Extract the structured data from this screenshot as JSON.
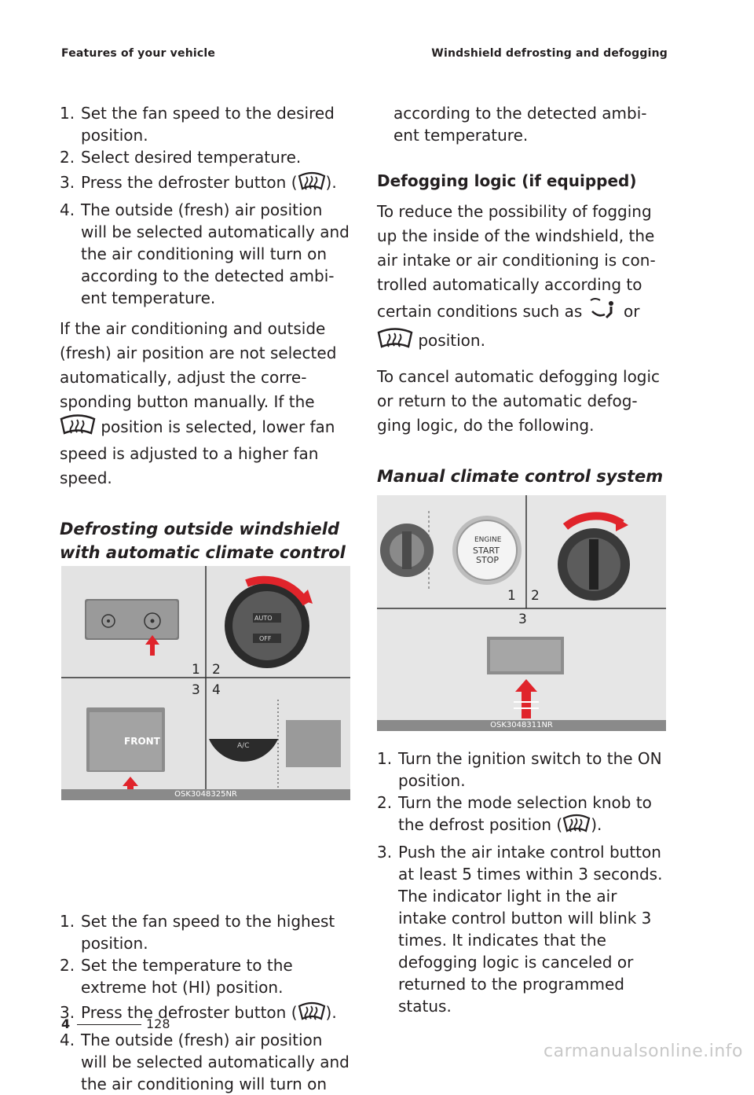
{
  "header": {
    "left": "Features of your vehicle",
    "right": "Windshield defrosting and defogging"
  },
  "left_column": {
    "list1": [
      {
        "n": "1.",
        "text": "Set the fan speed to the desired position."
      },
      {
        "n": "2.",
        "text": "Select desired temperature."
      },
      {
        "n": "3.",
        "text_before": "Press the defroster button (",
        "text_after": ")."
      },
      {
        "n": "4.",
        "text": "The outside (fresh) air position will be selected automatically and the air conditioning will turn on according to the detected ambi- ent temperature."
      }
    ],
    "para1_start": "If the air conditioning and outside (fresh) air position are not selected automatically, adjust the corre- sponding button manually. If the",
    "para1_end": "position is selected, lower fan speed is adjusted to a higher fan speed.",
    "heading": "Defrosting outside windshield with automatic climate control",
    "figure": {
      "caption": "OSK3048325NR",
      "labels": [
        "1",
        "2",
        "3",
        "4"
      ],
      "auto_label": "AUTO",
      "off_label": "OFF",
      "front_label": "FRONT",
      "ac_label": "A/C"
    },
    "list2": [
      {
        "n": "1.",
        "text": "Set the fan speed to the highest position."
      },
      {
        "n": "2.",
        "text": "Set the temperature to the extreme hot (HI) position."
      },
      {
        "n": "3.",
        "text_before": "Press the defroster button (",
        "text_after": ")."
      },
      {
        "n": "4.",
        "text": "The outside (fresh) air position will be selected automatically and the air conditioning will turn on"
      }
    ]
  },
  "right_column": {
    "continuation": "according to the detected ambi- ent temperature.",
    "heading": "Defogging logic (if equipped)",
    "para1_start": "To reduce the possibility of fogging up the inside of the windshield, the air intake or air conditioning is con- trolled automatically according to certain conditions such as",
    "para1_or": "or",
    "para1_end": "position.",
    "para2": "To cancel automatic defogging logic or return to the automatic defog- ging logic, do the following.",
    "heading2": "Manual climate control system",
    "figure": {
      "caption": "OSK3048311NR",
      "labels": [
        "1",
        "2",
        "3"
      ],
      "engine_label": "ENGINE",
      "start_label": "START",
      "stop_label": "STOP"
    },
    "list": [
      {
        "n": "1.",
        "text": "Turn the ignition switch to the ON position."
      },
      {
        "n": "2.",
        "text_before": "Turn the mode selection knob to the defrost position (",
        "text_after": ")."
      },
      {
        "n": "3.",
        "text": "Push the air intake control button at least 5 times within 3 seconds. The indicator light in the air intake control button will blink 3 times. It indicates that the defogging logic is canceled or returned to the programmed status."
      }
    ]
  },
  "footer": {
    "section": "4",
    "page": "128"
  },
  "watermark": "carmanualsonline.info",
  "icons": {
    "defrost": "windshield-defrost-icon",
    "defog": "floor-defrost-icon",
    "arrow_color": "#e0242b"
  }
}
